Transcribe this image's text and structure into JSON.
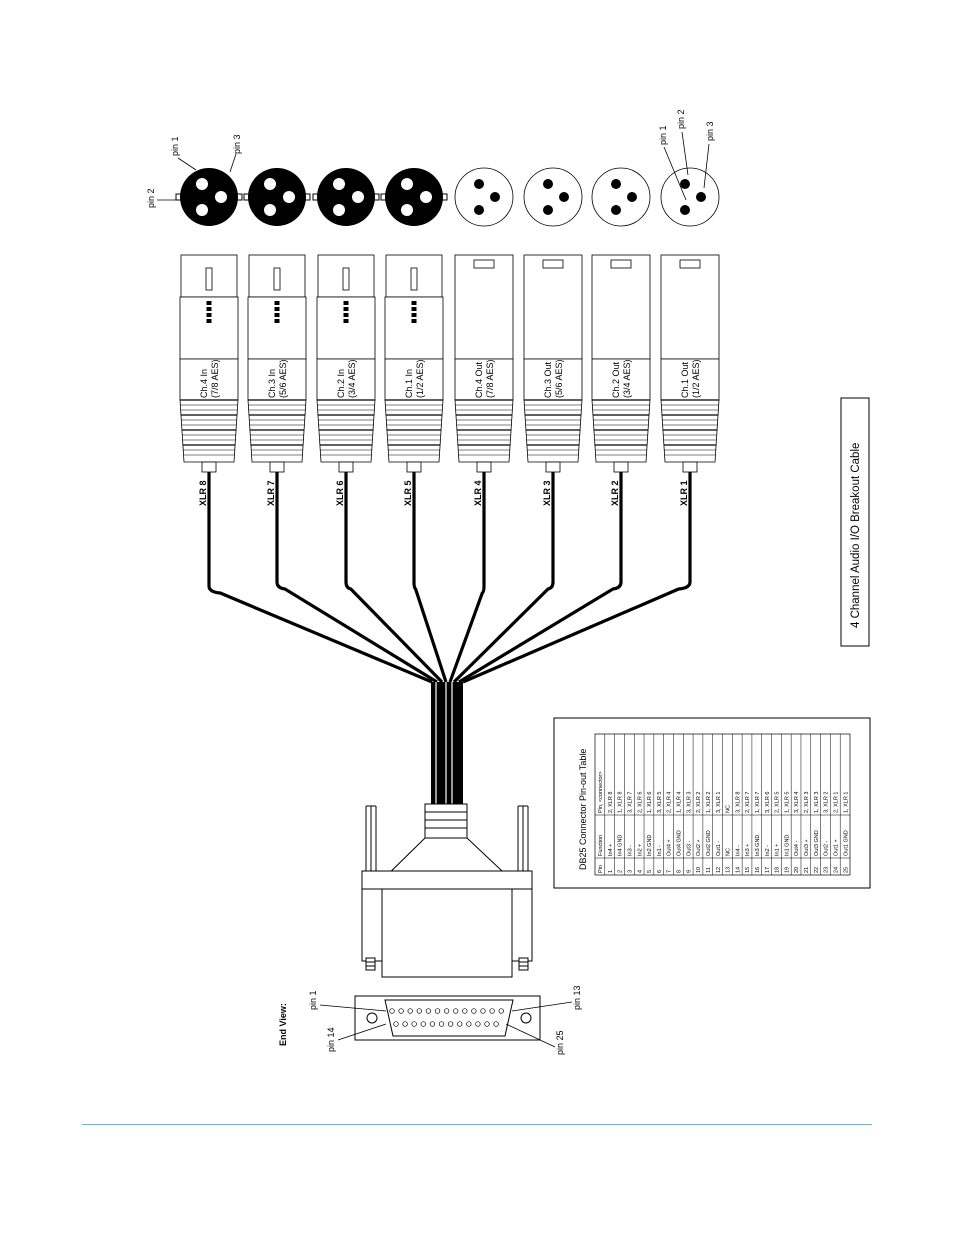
{
  "title": "4 Channel Audio I/O Breakout Cable",
  "inputs": [
    {
      "xlr": "XLR 8",
      "name": "Ch.4 In",
      "aes": "(7/8 AES)"
    },
    {
      "xlr": "XLR 7",
      "name": "Ch.3 In",
      "aes": "(5/6 AES)"
    },
    {
      "xlr": "XLR 6",
      "name": "Ch.2 In",
      "aes": "(3/4 AES)"
    },
    {
      "xlr": "XLR 5",
      "name": "Ch.1 In",
      "aes": "(1/2 AES)"
    }
  ],
  "outputs": [
    {
      "xlr": "XLR 4",
      "name": "Ch.4 Out",
      "aes": "(7/8 AES)"
    },
    {
      "xlr": "XLR 3",
      "name": "Ch.3 Out",
      "aes": "(5/6 AES)"
    },
    {
      "xlr": "XLR 2",
      "name": "Ch.2 Out",
      "aes": "(3/4 AES)"
    },
    {
      "xlr": "XLR 1",
      "name": "Ch.1 Out",
      "aes": "(1/2 AES)"
    }
  ],
  "female_pins": {
    "pin1": "pin 1",
    "pin2": "pin 2",
    "pin3": "pin 3"
  },
  "male_pins": {
    "pin1": "pin 1",
    "pin2": "pin 2",
    "pin3": "pin 3"
  },
  "end_view": {
    "label": "End View:",
    "pin1": "pin 1",
    "pin13": "pin 13",
    "pin14": "pin 14",
    "pin25": "pin 25"
  },
  "table": {
    "title": "DB25 Connector Pin-out Table",
    "headers": [
      "Pin",
      "Function",
      "Pin, <connector>"
    ],
    "rows": [
      [
        "1",
        "In4 +",
        "2, XLR 8"
      ],
      [
        "2",
        "In4 GND",
        "1, XLR 8"
      ],
      [
        "3",
        "In3 -",
        "3, XLR 7"
      ],
      [
        "4",
        "In2 +",
        "2, XLR 6"
      ],
      [
        "5",
        "In2 GND",
        "1, XLR 6"
      ],
      [
        "6",
        "In1 -",
        "3, XLR 5"
      ],
      [
        "7",
        "Out4 +",
        "2, XLR 4"
      ],
      [
        "8",
        "Out4 GND",
        "1, XLR 4"
      ],
      [
        "9",
        "Out3 -",
        "3, XLR 3"
      ],
      [
        "10",
        "Out2 +",
        "2, XLR 2"
      ],
      [
        "11",
        "Out2 GND",
        "1, XLR 2"
      ],
      [
        "12",
        "Out1 -",
        "3, XLR 1"
      ],
      [
        "13",
        "NC",
        "NC"
      ],
      [
        "14",
        "In4 -",
        "3, XLR 8"
      ],
      [
        "15",
        "In3 +",
        "2, XLR 7"
      ],
      [
        "16",
        "In3 GND",
        "1, XLR 7"
      ],
      [
        "17",
        "In2 -",
        "3, XLR 6"
      ],
      [
        "18",
        "In1 +",
        "2, XLR 5"
      ],
      [
        "19",
        "In1 GND",
        "1, XLR 5"
      ],
      [
        "20",
        "Out4 -",
        "3, XLR 4"
      ],
      [
        "21",
        "Out3 +",
        "2, XLR 3"
      ],
      [
        "22",
        "Out3 GND",
        "1, XLR 3"
      ],
      [
        "23",
        "Out2 -",
        "3, XLR 2"
      ],
      [
        "24",
        "Out1 +",
        "2, XLR 1"
      ],
      [
        "25",
        "Out1 GND",
        "1, XLR 1"
      ]
    ]
  },
  "colors": {
    "line": "#000000",
    "footer_rule": "#4fc3e8"
  }
}
